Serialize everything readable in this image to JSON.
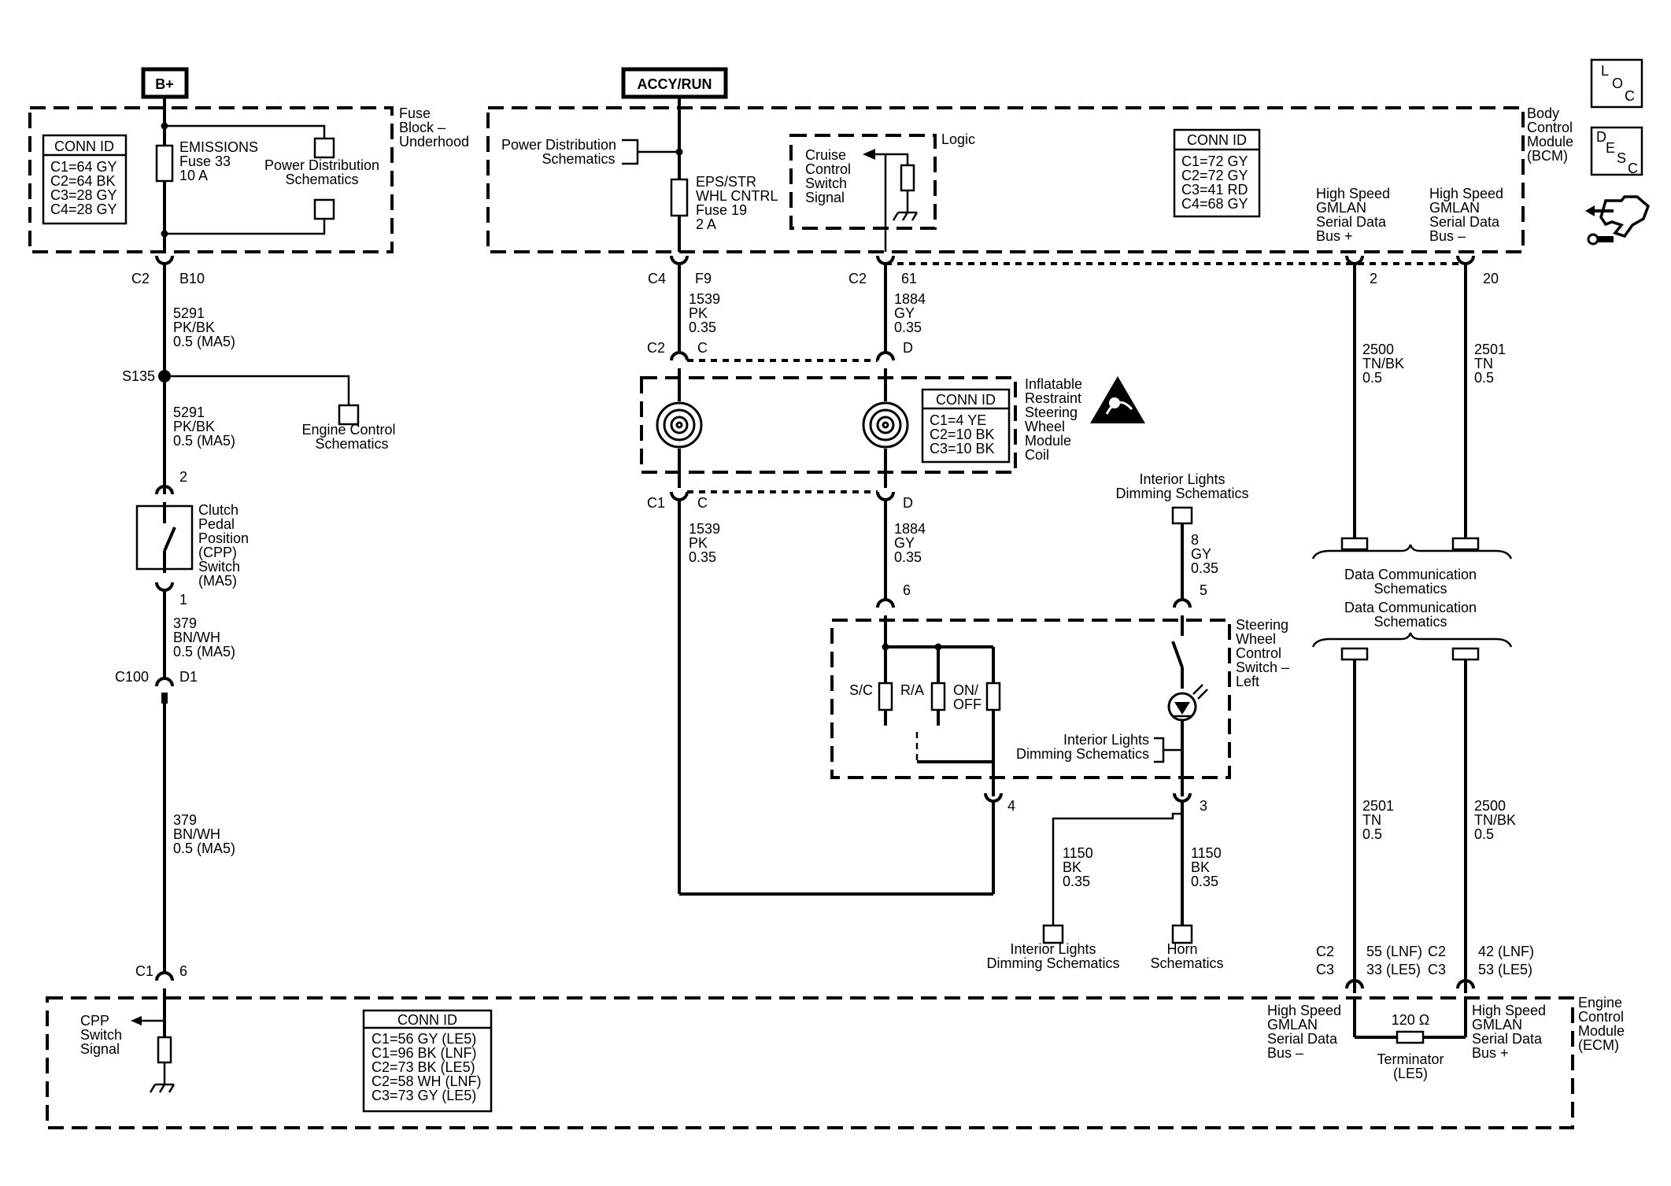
{
  "sources": {
    "bplus": "B+",
    "accy_run": "ACCY/RUN"
  },
  "fuse_block": {
    "name": [
      "Fuse",
      "Block –",
      "Underhood"
    ],
    "conn_id_title": "CONN ID",
    "conn_ids": [
      "C1=64 GY",
      "C2=64 BK",
      "C3=28 GY",
      "C4=28 GY"
    ],
    "fuse": [
      "EMISSIONS",
      "Fuse 33",
      "10 A"
    ],
    "power_dist": [
      "Power Distribution",
      "Schematics"
    ]
  },
  "bcm": {
    "name": [
      "Body",
      "Control",
      "Module",
      "(BCM)"
    ],
    "power_dist": [
      "Power Distribution",
      "Schematics"
    ],
    "fuse": [
      "EPS/STR",
      "WHL CNTRL",
      "Fuse 19",
      "2 A"
    ],
    "cruise": [
      "Cruise",
      "Control",
      "Switch",
      "Signal"
    ],
    "logic": "Logic",
    "conn_id_title": "CONN ID",
    "conn_ids": [
      "C1=72 GY",
      "C2=72 GY",
      "C3=41 RD",
      "C4=68 GY"
    ],
    "gmlan_plus": [
      "High Speed",
      "GMLAN",
      "Serial Data",
      "Bus +"
    ],
    "gmlan_minus": [
      "High Speed",
      "GMLAN",
      "Serial Data",
      "Bus –"
    ]
  },
  "icons": {
    "loc": [
      "L",
      "O",
      "C"
    ],
    "desc": [
      "D",
      "E",
      "S",
      "C"
    ]
  },
  "left_circuit": {
    "c2": "C2",
    "b10": "B10",
    "wire1": [
      "5291",
      "PK/BK",
      "0.5 (MA5)"
    ],
    "splice": "S135",
    "wire2": [
      "5291",
      "PK/BK",
      "0.5 (MA5)"
    ],
    "engine_ctrl": [
      "Engine Control",
      "Schematics"
    ],
    "pin2": "2",
    "cpp_switch": [
      "Clutch",
      "Pedal",
      "Position",
      "(CPP)",
      "Switch",
      "(MA5)"
    ],
    "pin1": "1",
    "wire3": [
      "379",
      "BN/WH",
      "0.5 (MA5)"
    ],
    "c100": "C100",
    "d1": "D1",
    "wire4": [
      "379",
      "BN/WH",
      "0.5 (MA5)"
    ],
    "c1": "C1",
    "pin6": "6"
  },
  "middle_circuit": {
    "c4": "C4",
    "f9": "F9",
    "wire_pk_top": [
      "1539",
      "PK",
      "0.35"
    ],
    "c2_bcm": "C2",
    "pin61": "61",
    "wire_gy_top": [
      "1884",
      "GY",
      "0.35"
    ],
    "coil_c2": "C2",
    "coil_c_top": "C",
    "coil_d_top": "D",
    "coil_c1": "C1",
    "coil_c_bot": "C",
    "coil_d_bot": "D",
    "coil_conn_title": "CONN ID",
    "coil_conn_ids": [
      "C1=4 YE",
      "C2=10 BK",
      "C3=10 BK"
    ],
    "coil_name": [
      "Inflatable",
      "Restraint",
      "Steering",
      "Wheel",
      "Module",
      "Coil"
    ],
    "wire_pk_bot": [
      "1539",
      "PK",
      "0.35"
    ],
    "wire_gy_bot": [
      "1884",
      "GY",
      "0.35"
    ],
    "pin6": "6",
    "pin5": "5",
    "pin4": "4",
    "pin3": "3",
    "int_lights_top": [
      "Interior Lights",
      "Dimming Schematics"
    ],
    "wire_8": [
      "8",
      "GY",
      "0.35"
    ],
    "swc_name": [
      "Steering",
      "Wheel",
      "Control",
      "Switch –",
      "Left"
    ],
    "sc": "S/C",
    "ra": "R/A",
    "onoff": [
      "ON/",
      "OFF"
    ],
    "int_lights_inner": [
      "Interior Lights",
      "Dimming Schematics"
    ],
    "wire_1150a": [
      "1150",
      "BK",
      "0.35"
    ],
    "wire_1150b": [
      "1150",
      "BK",
      "0.35"
    ],
    "int_lights_bot": [
      "Interior Lights",
      "Dimming Schematics"
    ],
    "horn": [
      "Horn",
      "Schematics"
    ]
  },
  "right_circuit": {
    "pin2": "2",
    "pin20": "20",
    "wire_2500_top": [
      "2500",
      "TN/BK",
      "0.5"
    ],
    "wire_2501_top": [
      "2501",
      "TN",
      "0.5"
    ],
    "data_comm_1": [
      "Data Communication",
      "Schematics"
    ],
    "data_comm_2": [
      "Data Communication",
      "Schematics"
    ],
    "wire_2501_bot": [
      "2501",
      "TN",
      "0.5"
    ],
    "wire_2500_bot": [
      "2500",
      "TN/BK",
      "0.5"
    ],
    "left_conn": [
      "C2",
      "C3"
    ],
    "left_pins": [
      "55 (LNF)",
      "33 (LE5)"
    ],
    "right_conn": [
      "C2",
      "C3"
    ],
    "right_pins": [
      "42 (LNF)",
      "53 (LE5)"
    ]
  },
  "ecm": {
    "name": [
      "Engine",
      "Control",
      "Module",
      "(ECM)"
    ],
    "cpp_signal": [
      "CPP",
      "Switch",
      "Signal"
    ],
    "conn_id_title": "CONN ID",
    "conn_ids": [
      "C1=56 GY (LE5)",
      "C1=96 BK (LNF)",
      "C2=73 BK (LE5)",
      "C2=58 WH (LNF)",
      "C3=73 GY (LE5)"
    ],
    "gmlan_minus": [
      "High Speed",
      "GMLAN",
      "Serial Data",
      "Bus –"
    ],
    "gmlan_plus": [
      "High Speed",
      "GMLAN",
      "Serial Data",
      "Bus +"
    ],
    "terminator_value": "120 Ω",
    "terminator": [
      "Terminator",
      "(LE5)"
    ]
  }
}
